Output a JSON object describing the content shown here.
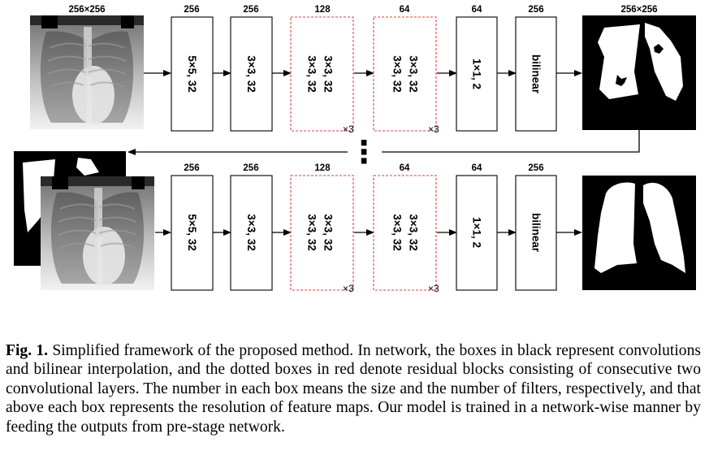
{
  "figure": {
    "input_size": "256×256",
    "output_size": "256×256",
    "repeat_marker": "×3",
    "continuation": "⋮",
    "stage1": {
      "resolutions": [
        "256",
        "256",
        "128",
        "64",
        "64",
        "256"
      ],
      "boxes": [
        {
          "lines": [
            "5×5, 32"
          ]
        },
        {
          "lines": [
            "3×3, 32"
          ]
        },
        {
          "lines": [
            "3×3, 32",
            "3×3, 32"
          ]
        },
        {
          "lines": [
            "3×3, 32",
            "3×3, 32"
          ]
        },
        {
          "lines": [
            "1×1, 2"
          ]
        },
        {
          "lines": [
            "bilinear"
          ]
        }
      ]
    },
    "stage2": {
      "resolutions": [
        "256",
        "256",
        "128",
        "64",
        "64",
        "256"
      ],
      "boxes": [
        {
          "lines": [
            "5×5, 32"
          ]
        },
        {
          "lines": [
            "3×3, 32"
          ]
        },
        {
          "lines": [
            "3×3, 32",
            "3×3, 32"
          ]
        },
        {
          "lines": [
            "3×3, 32",
            "3×3, 32"
          ]
        },
        {
          "lines": [
            "1×1, 2"
          ]
        },
        {
          "lines": [
            "bilinear"
          ]
        }
      ]
    },
    "colors": {
      "conv_border": "#000000",
      "residual_border": "#e04040",
      "mask_bg": "#000000",
      "mask_fg": "#ffffff"
    }
  },
  "caption": {
    "label": "Fig. 1.",
    "text": "Simplified framework of the proposed method. In network, the boxes in black represent convolutions and bilinear interpolation, and the dotted boxes in red denote residual blocks consisting of consecutive two convolutional layers. The number in each box means the size and the number of filters, respectively, and that above each box represents the resolution of feature maps. Our model is trained in a network-wise manner by feeding the outputs from pre-stage network."
  }
}
